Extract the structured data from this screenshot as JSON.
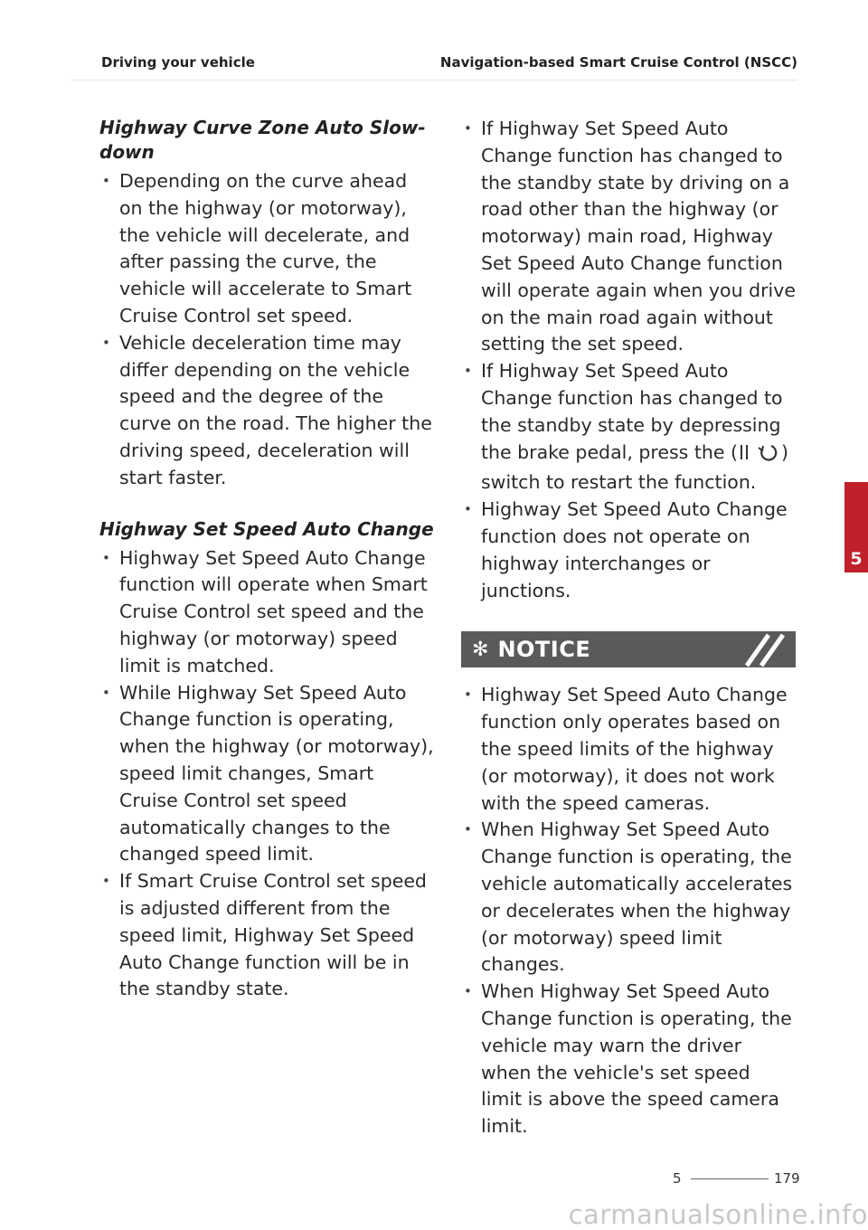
{
  "header": {
    "left": "Driving your vehicle",
    "right": "Navigation-based Smart Cruise Control (NSCC)"
  },
  "left_column": {
    "section1": {
      "heading": "Highway Curve Zone Auto Slow-down",
      "bullets": [
        "Depending on the curve ahead on the highway (or motorway), the vehicle will decelerate, and after passing the curve, the vehicle will accelerate to Smart Cruise Control set speed.",
        "Vehicle deceleration time may differ depending on the vehicle speed and the degree of the curve on the road. The higher the driving speed, deceleration will start faster."
      ]
    },
    "section2": {
      "heading": "Highway Set Speed Auto Change",
      "bullets": [
        "Highway Set Speed Auto Change function will operate when Smart Cruise Control set speed and the highway (or motorway) speed limit is matched.",
        "While Highway Set Speed Auto Change function is operating, when the highway (or motorway), speed limit changes, Smart Cruise Control set speed automatically changes to the changed speed limit.",
        "If Smart Cruise Control set speed is adjusted different from the speed limit, Highway Set Speed Auto Change function will be in the standby state."
      ]
    }
  },
  "right_column": {
    "bullets": [
      "If Highway Set Speed Auto Change function has changed to the standby state by driving on a road other than the highway (or motorway) main road, Highway Set Speed Auto Change function will operate again when you drive on the main road again without setting the set speed.",
      "If Highway Set Speed Auto Change function has changed to the standby state by depressing the brake pedal, press the (",
      "Highway Set Speed Auto Change function does not operate on highway interchanges or junctions."
    ],
    "bullet2_tail": ") switch to restart the function.",
    "switch_icon": "pause-resume-icon",
    "notice": {
      "star": "✻",
      "title": "NOTICE",
      "bullets": [
        "Highway Set Speed Auto Change function only operates based on the speed limits of the highway (or motorway), it does not work with the speed cameras.",
        "When Highway Set Speed Auto Change function is operating, the vehicle automatically accelerates or decelerates when the highway (or motorway) speed limit changes.",
        "When Highway Set Speed Auto Change function is operating, the vehicle may warn the driver when the vehicle's set speed limit is above the speed camera limit."
      ]
    }
  },
  "side_tab": {
    "label": "5",
    "color": "#c0202a"
  },
  "footer": {
    "chapter": "5",
    "page": "179"
  },
  "watermark": "carmanualsonline.info"
}
